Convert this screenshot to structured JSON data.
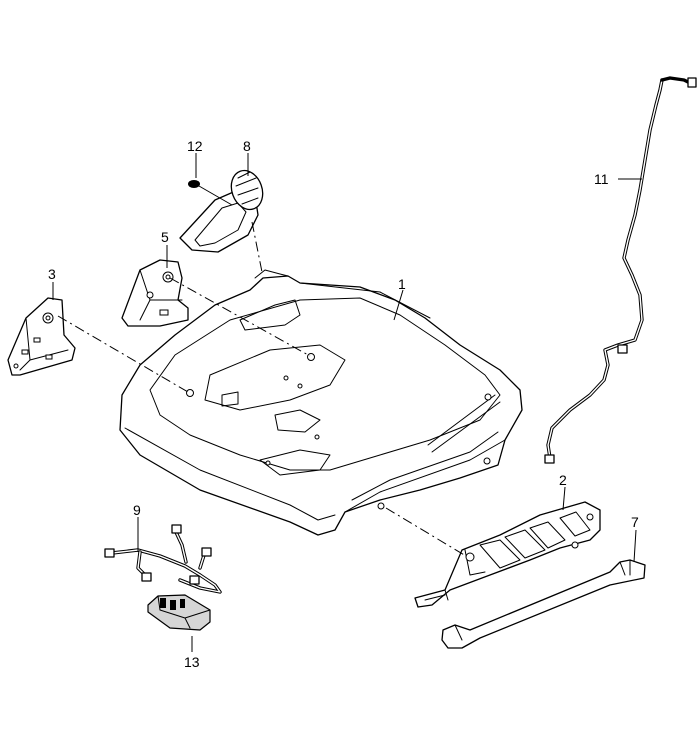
{
  "callouts": {
    "c1": "1",
    "c2": "2",
    "c3": "3",
    "c5": "5",
    "c7": "7",
    "c8": "8",
    "c9": "9",
    "c11": "11",
    "c12": "12",
    "c13": "13"
  }
}
